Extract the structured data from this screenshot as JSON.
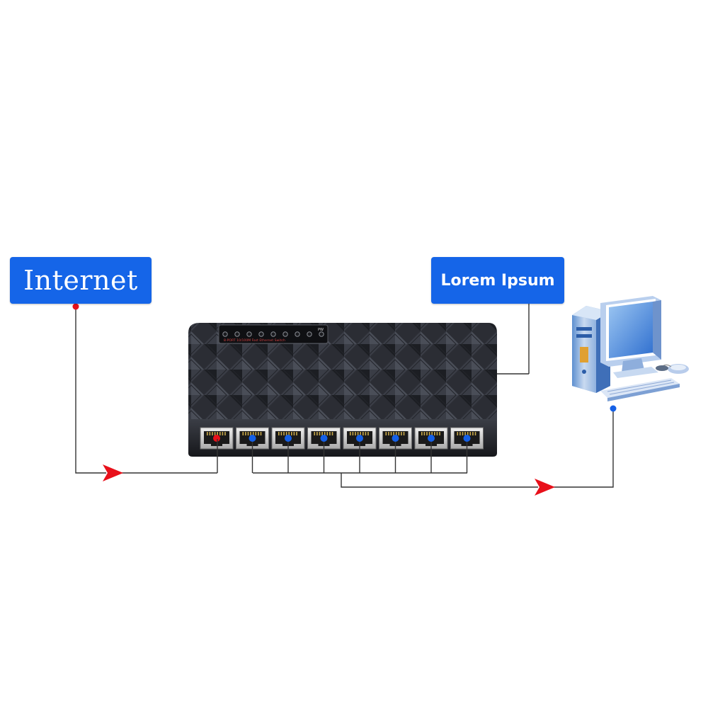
{
  "labels": {
    "internet": "Internet",
    "destination": "Lorem Ipsum"
  },
  "switch": {
    "model_text": "8-PORT 10/100M  Fast Ethernet Switch",
    "power_led_text": "PW",
    "port_count": 8,
    "uplink_port_index": 0
  },
  "colors": {
    "label_bg": "#1565e8",
    "label_text": "#ffffff",
    "uplink_dot": "#e8101a",
    "port_dot": "#1560e6",
    "arrow": "#e8101a",
    "line": "#333333",
    "switch_body": "#2a2c33"
  },
  "icons": {
    "computer": "desktop-computer-icon"
  }
}
